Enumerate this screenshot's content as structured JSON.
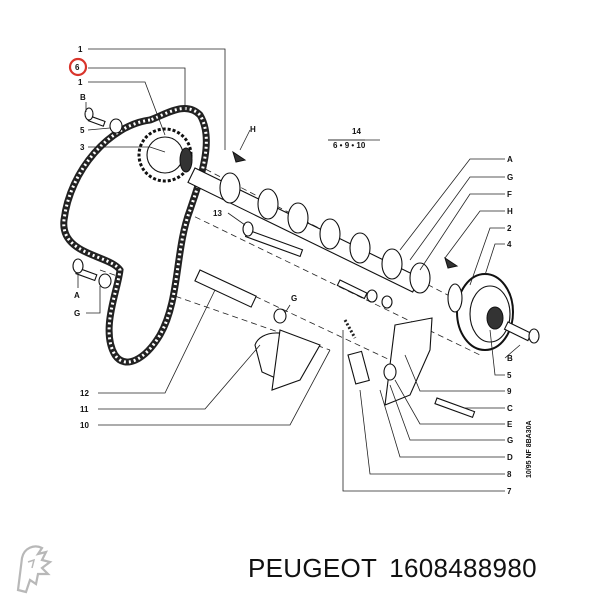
{
  "brand": "PEUGEOT",
  "part_number": "1608488980",
  "drawing_code": "10/95 NF 8BA30A",
  "group_ref": {
    "number": "14",
    "items": "6 • 9 • 10"
  },
  "highlight_color": "#d9342b",
  "labels_left": [
    "1",
    "6",
    "1",
    "B",
    "5",
    "3",
    "A",
    "G"
  ],
  "labels_bottom_left": [
    "12",
    "11",
    "10"
  ],
  "labels_mid": [
    "13",
    "H",
    "G"
  ],
  "labels_right": [
    "A",
    "G",
    "F",
    "H",
    "2",
    "4",
    "B",
    "5",
    "9",
    "C",
    "E",
    "G",
    "D",
    "8",
    "7"
  ],
  "highlighted_label": "6",
  "logo": "peugeot-lion-logo"
}
